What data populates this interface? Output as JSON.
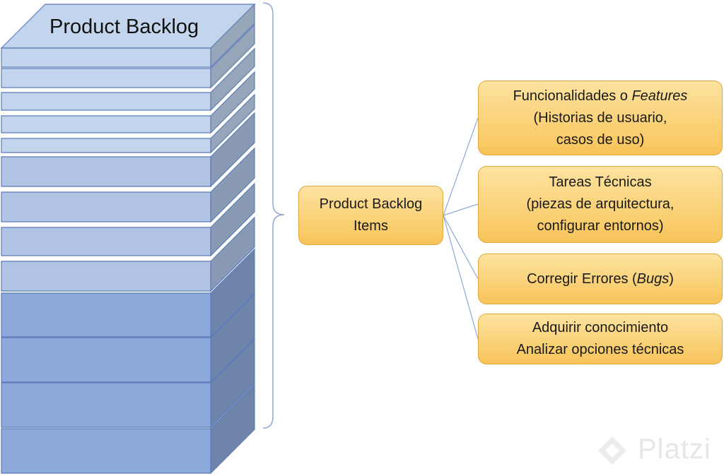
{
  "backlog_title": "Product Backlog",
  "center_box": {
    "lines": [
      "Product Backlog",
      "Items"
    ]
  },
  "items": [
    {
      "line1_before": "Funcionalidades o ",
      "line1_italic": "Features",
      "line2": "(Historias de usuario,",
      "line3": "casos de uso)"
    },
    {
      "line1": "Tareas Técnicas",
      "line2": "(piezas de arquitectura,",
      "line3": "configurar entornos)"
    },
    {
      "before": "Corregir Errores (",
      "italic": "Bugs",
      "after": ")"
    },
    {
      "line1": "Adquirir conocimiento",
      "line2": "Analizar opciones técnicas"
    }
  ],
  "watermark": {
    "text": "Platzi",
    "icon": "platzi-logo-icon"
  },
  "colors": {
    "light_layer": "#c3d5ed",
    "mid_layer": "#b1c4e6",
    "dark_layer": "#8ea9db",
    "box_fill": "#f9c96a",
    "box_border": "#e0a73a"
  }
}
